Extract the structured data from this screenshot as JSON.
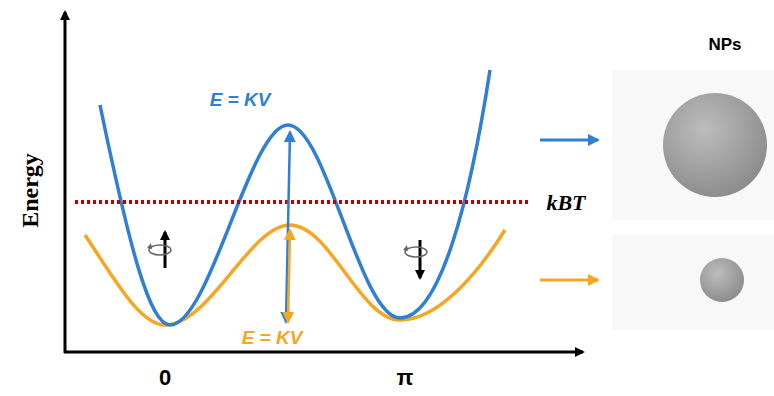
{
  "diagram": {
    "labels": [
      "Energy",
      "E = KV",
      "E = KV",
      "kBT",
      "0",
      "π",
      "NPs"
    ]
  }
}
